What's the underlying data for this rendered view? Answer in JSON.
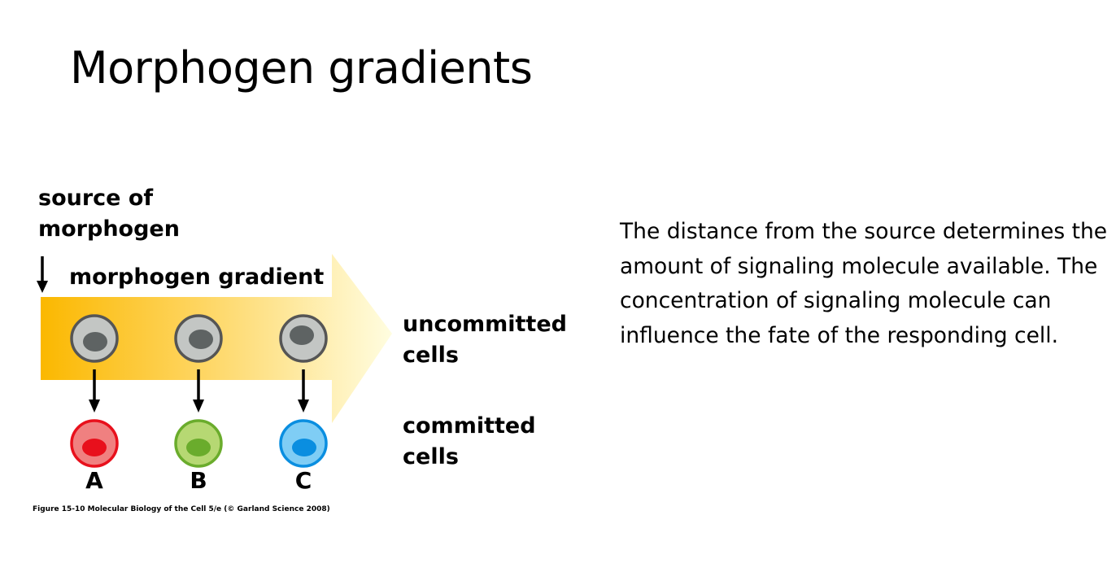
{
  "slide": {
    "title": "Morphogen gradients",
    "body": "The distance from the source determines the amount of signaling molecule available.  The concentration of signaling molecule can influence the fate of the responding cell."
  },
  "figure": {
    "source_label_line1": "source of",
    "source_label_line2": "morphogen",
    "gradient_label": "morphogen gradient",
    "uncommitted_line1": "uncommitted",
    "uncommitted_line2": "cells",
    "committed_line1": "committed",
    "committed_line2": "cells",
    "cell_letters": [
      "A",
      "B",
      "C"
    ],
    "caption": "Figure 15-10  Molecular Biology of the Cell 5/e (© Garland Science 2008)",
    "colors": {
      "gradient_start": "#fbb800",
      "gradient_end": "#fffde0",
      "uncommitted_cell": "#c3c6c4",
      "uncommitted_nucleus": "#5e6363",
      "cell_A": "#f08080",
      "cell_A_nucleus": "#e8101c",
      "cell_B": "#b6d873",
      "cell_B_nucleus": "#6aac2c",
      "cell_C": "#7fcdf5",
      "cell_C_nucleus": "#0a8ee0"
    }
  }
}
